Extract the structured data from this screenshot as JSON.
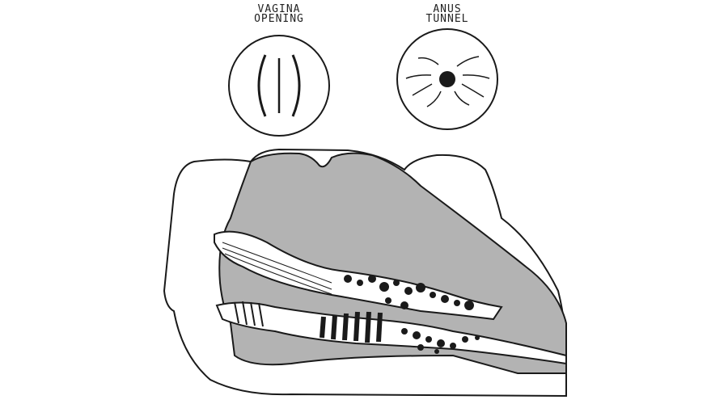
{
  "labels": {
    "left_line1": "VAGINA",
    "left_line2": "OPENING",
    "right_line1": "ANUS",
    "right_line2": "TUNNEL"
  },
  "colors": {
    "outline": "#1a1a1a",
    "fill_gray": "#b3b3b3",
    "channel": "#ffffff"
  }
}
